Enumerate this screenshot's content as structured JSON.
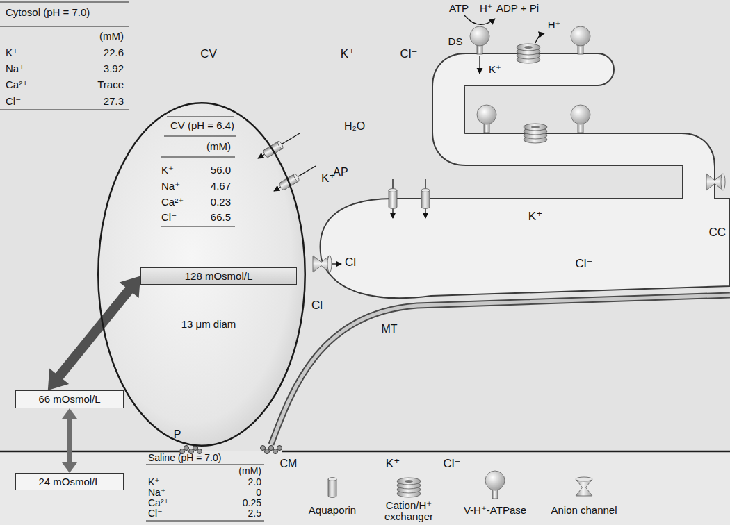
{
  "diagram": {
    "nodes": [
      {
        "text": [
          "CV (pH = 6.4)",
          "(mM)",
          "K⁺",
          "56.0",
          "Na⁺",
          "4.67",
          "Ca²⁺",
          "0.23",
          "Cl⁻",
          "66.5",
          "13 μm diam"
        ]
      },
      {
        "text": [
          "128 mOsmol/L"
        ],
        "in": 0
      },
      {
        "text": [
          "66 mOsmol/L"
        ]
      },
      {
        "text": [
          "24 mOsmol/L"
        ]
      }
    ],
    "edges": [
      {
        "from": 2,
        "to": 1,
        "arrow": "both"
      },
      {
        "from": 2,
        "to": 3,
        "arrow": "both"
      }
    ],
    "labels": [
      "Cytosol (pH = 7.0)",
      "(mM)",
      "K⁺",
      "22.6",
      "Na⁺",
      "3.92",
      "Ca²⁺",
      "Trace",
      "Cl⁻",
      "27.3",
      "CV",
      "K⁺",
      "Cl⁻",
      "ATP",
      "H⁺",
      "ADP + Pi",
      "H⁺",
      "DS",
      "K⁺",
      "H₂O",
      "AP",
      "K⁺",
      "K⁺",
      "Cl⁻",
      "Cl⁻",
      "Cl⁻",
      "CC",
      "MT",
      "P",
      "CM",
      "K⁺",
      "Cl⁻",
      "Saline (pH = 7.0)",
      "(mM)",
      "K⁺",
      "2.0",
      "Na⁺",
      "0",
      "Ca²⁺",
      "0.25",
      "Cl⁻",
      "2.5"
    ],
    "legend": [
      {
        "text": "Aquaporin"
      },
      {
        "text": "Cation/H⁺ exchanger"
      },
      {
        "text": "V-H⁺-ATPase"
      },
      {
        "text": "Anion channel"
      }
    ]
  }
}
